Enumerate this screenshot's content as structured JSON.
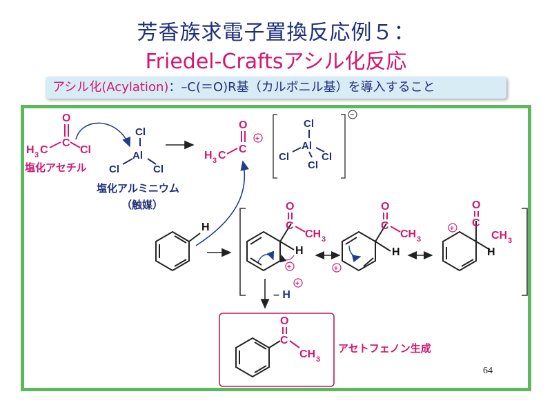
{
  "title": {
    "line1": "芳香族求電子置換反応例５：",
    "line2": "Friedel-Craftsアシル化反応"
  },
  "banner": {
    "term": "アシル化(Acylation)",
    "description": "：–C(＝O)R基（カルボニル基）を導入すること"
  },
  "labels": {
    "acetyl_chloride": "塩化アセチル",
    "aluminum_chloride": "塩化アルミニウム",
    "catalyst": "（触媒）",
    "product": "アセトフェノン生成",
    "minus_h": "– H"
  },
  "atoms": {
    "O": "O",
    "C": "C",
    "Cl": "Cl",
    "Al": "Al",
    "H": "H",
    "H3": "H",
    "sub3": "3",
    "CH": "CH",
    "plus": "+",
    "minus": "−"
  },
  "page_number": "64",
  "colors": {
    "title_navy": "#1f2f7a",
    "title_pink": "#d01870",
    "banner_bg": "#d8ecf6",
    "frame_green": "#5cb85c",
    "product_box": "#c0185a",
    "arrow_blue": "#1f3f8a"
  }
}
